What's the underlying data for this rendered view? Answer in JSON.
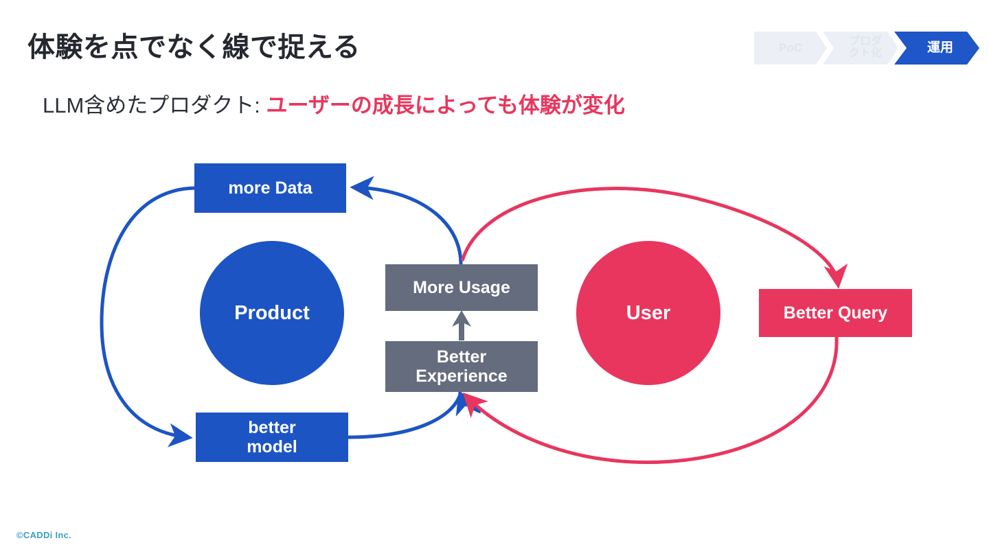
{
  "header": {
    "title": "体験を点でなく線で捉える",
    "subtitle_lead": "LLM含めたプロダクト: ",
    "subtitle_accent": "ユーザーの成長によっても体験が変化"
  },
  "phase_nav": {
    "items": [
      {
        "label": "PoC",
        "state": "inactive"
      },
      {
        "label": "プロダクト化",
        "line1": "プロダ",
        "line2": "クト化",
        "state": "inactive"
      },
      {
        "label": "運用",
        "state": "active"
      }
    ],
    "active_color": "#1f56c8",
    "inactive_color": "#eceff6"
  },
  "diagram": {
    "type": "two-loop-flywheel",
    "nodes": [
      {
        "id": "more-data",
        "label": "more Data",
        "shape": "rect",
        "color": "#1c54c4",
        "group": "product-loop"
      },
      {
        "id": "product",
        "label": "Product",
        "shape": "circle",
        "color": "#1c54c4",
        "group": "product-loop"
      },
      {
        "id": "better-model",
        "label": "better\nmodel",
        "shape": "rect",
        "color": "#1c54c4",
        "group": "product-loop"
      },
      {
        "id": "more-usage",
        "label": "More Usage",
        "shape": "rect",
        "color": "#646c7e",
        "group": "bridge"
      },
      {
        "id": "better-experience",
        "label": "Better\nExperience",
        "shape": "rect",
        "color": "#646c7e",
        "group": "bridge"
      },
      {
        "id": "user",
        "label": "User",
        "shape": "circle",
        "color": "#e8365e",
        "group": "user-loop"
      },
      {
        "id": "better-query",
        "label": "Better Query",
        "shape": "rect",
        "color": "#e8365e",
        "group": "user-loop"
      }
    ],
    "edges": [
      {
        "from": "more-data",
        "to": "better-model",
        "color": "#1c54c4"
      },
      {
        "from": "better-model",
        "to": "more-data",
        "color": "#1c54c4",
        "via": "more-usage"
      },
      {
        "from": "better-experience",
        "to": "more-usage",
        "color": "#646c7e"
      },
      {
        "from": "more-usage",
        "to": "better-query",
        "color": "#e8365e",
        "via": "user"
      },
      {
        "from": "better-query",
        "to": "better-experience",
        "color": "#e8365e"
      }
    ]
  },
  "footer": {
    "copyright": "©CADDi Inc."
  }
}
